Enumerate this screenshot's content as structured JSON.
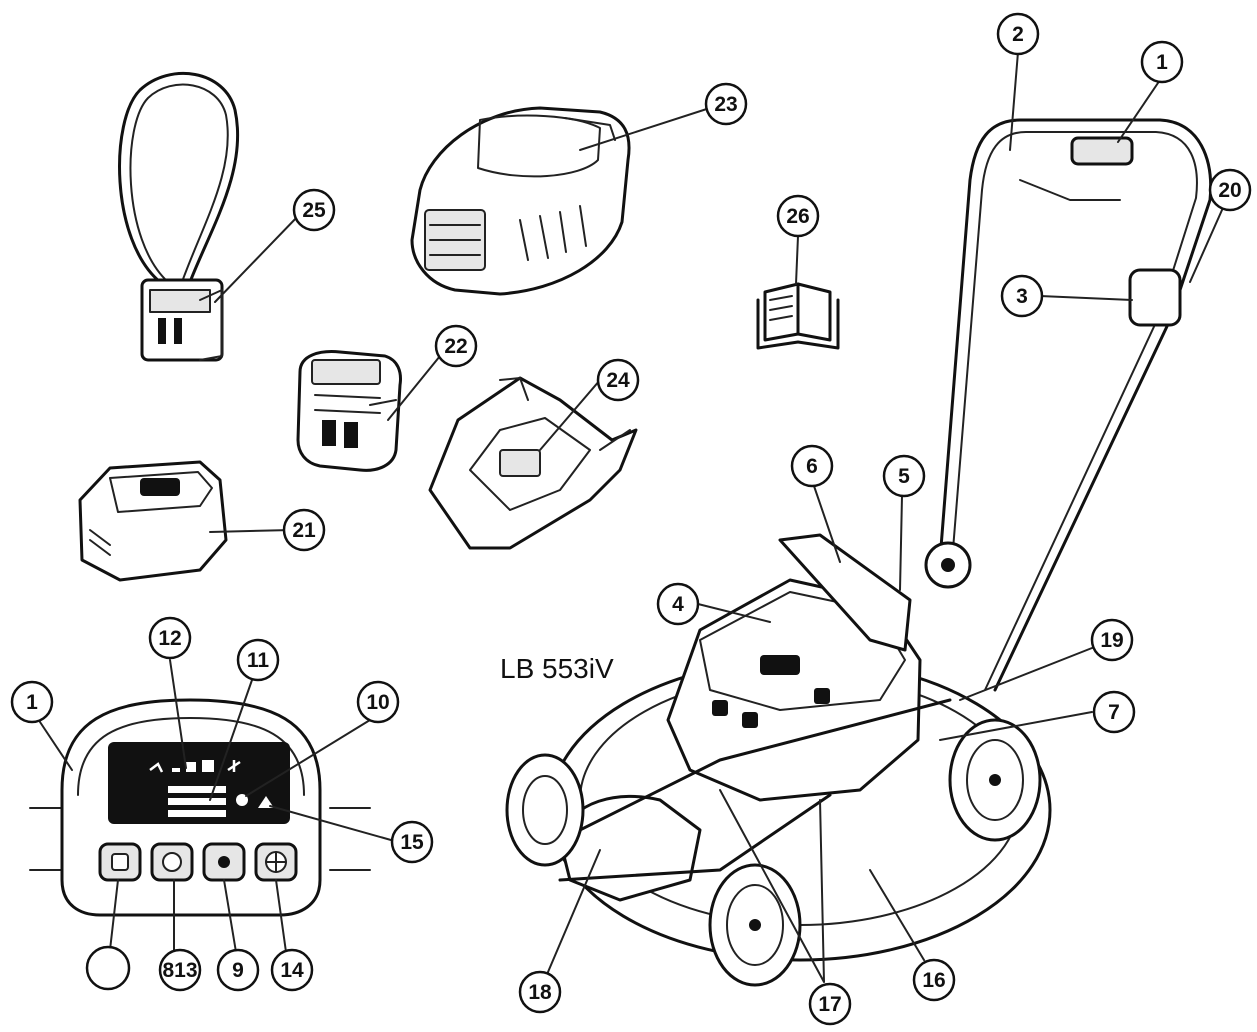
{
  "model_label": "LB 553iV",
  "callouts": [
    {
      "id": "c1",
      "label": "1"
    },
    {
      "id": "c2",
      "label": "2"
    },
    {
      "id": "c3",
      "label": "3"
    },
    {
      "id": "c4",
      "label": "4"
    },
    {
      "id": "c5",
      "label": "5"
    },
    {
      "id": "c6",
      "label": "6"
    },
    {
      "id": "c7",
      "label": "7"
    },
    {
      "id": "c16",
      "label": "16"
    },
    {
      "id": "c17",
      "label": "17"
    },
    {
      "id": "c18",
      "label": "18"
    },
    {
      "id": "c19",
      "label": "19"
    },
    {
      "id": "c20",
      "label": "20"
    },
    {
      "id": "c21",
      "label": "21"
    },
    {
      "id": "c22",
      "label": "22"
    },
    {
      "id": "c23",
      "label": "23"
    },
    {
      "id": "c24",
      "label": "24"
    },
    {
      "id": "c25",
      "label": "25"
    },
    {
      "id": "c26",
      "label": "26"
    },
    {
      "id": "p1",
      "label": "1"
    },
    {
      "id": "p12",
      "label": "12"
    },
    {
      "id": "p11",
      "label": "11"
    },
    {
      "id": "p10",
      "label": "10"
    },
    {
      "id": "p15",
      "label": "15"
    },
    {
      "id": "p813",
      "label": "813"
    },
    {
      "id": "p9",
      "label": "9"
    },
    {
      "id": "p14",
      "label": "14"
    },
    {
      "id": "pblank",
      "label": ""
    }
  ]
}
